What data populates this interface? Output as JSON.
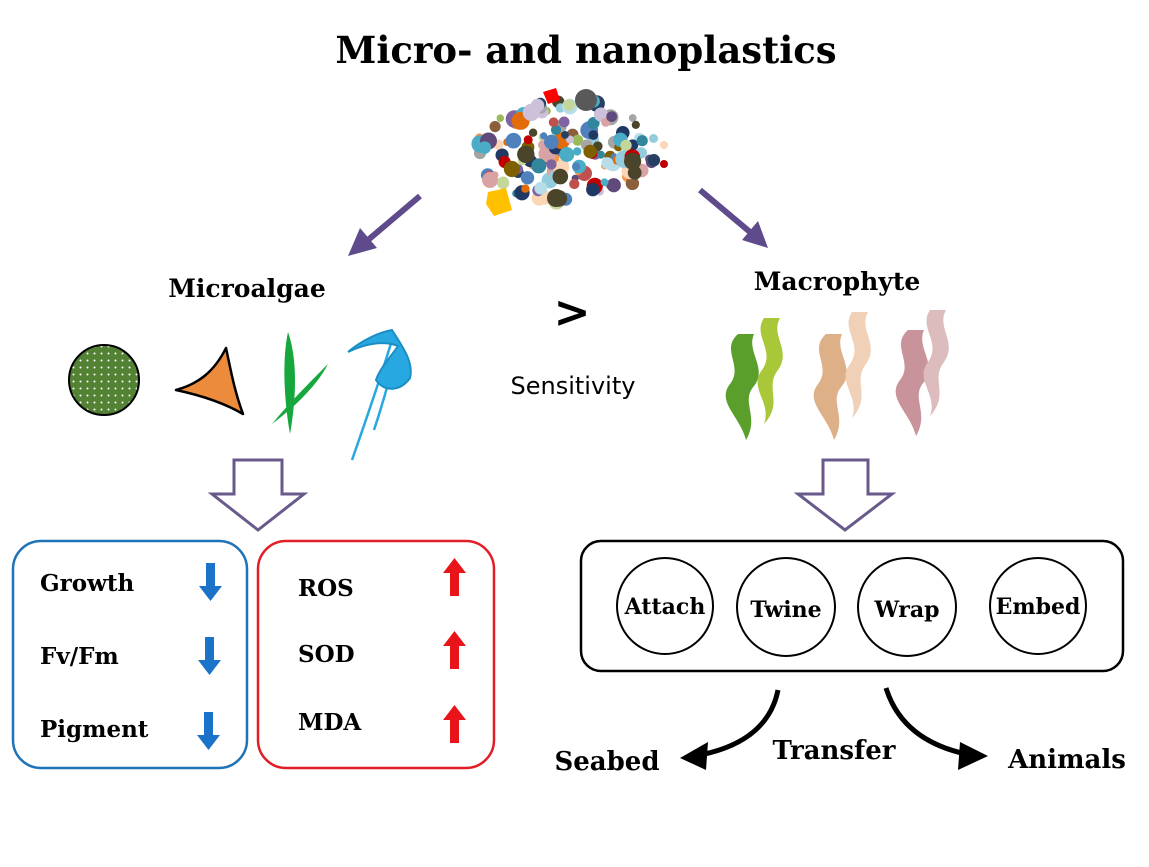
{
  "title": "Micro- and nanoplastics",
  "left": {
    "label": "Microalgae",
    "decreased": [
      "Growth",
      "Fv/Fm",
      "Pigment"
    ],
    "increased": [
      "ROS",
      "SOD",
      "MDA"
    ]
  },
  "comparison": {
    "symbol": ">",
    "label": "Sensitivity"
  },
  "right": {
    "label": "Macrophyte",
    "mechanisms": [
      "Attach",
      "Twine",
      "Wrap",
      "Embed"
    ]
  },
  "transfer": {
    "label": "Transfer",
    "to_left": "Seabed",
    "to_right": "Animals"
  },
  "colors": {
    "arrow_purple": "#5f4b8b",
    "outline_purple": "#6a5a8c",
    "decrease_blue": "#1a73c8",
    "increase_red": "#e8141a",
    "box_blue": "#1f73b7",
    "box_red": "#e21e26"
  }
}
